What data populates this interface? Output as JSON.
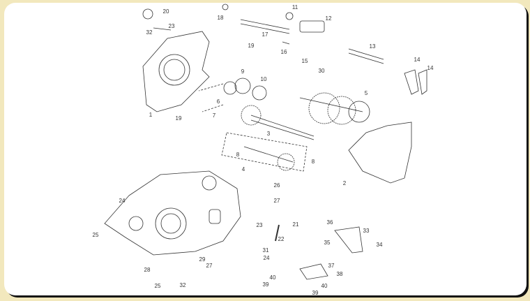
{
  "diagram": {
    "title": "Transmission / crankcase exploded view",
    "callouts": [
      "20",
      "18",
      "23",
      "32",
      "17",
      "11",
      "12",
      "19",
      "16",
      "15",
      "30",
      "13",
      "14",
      "14",
      "9",
      "10",
      "6",
      "7",
      "1",
      "19",
      "5",
      "3",
      "8",
      "8",
      "4",
      "2",
      "26",
      "24",
      "27",
      "25",
      "21",
      "23",
      "22",
      "31",
      "24",
      "29",
      "27",
      "28",
      "25",
      "32",
      "36",
      "33",
      "35",
      "34",
      "37",
      "38",
      "40",
      "39",
      "40",
      "39"
    ]
  },
  "colors": {
    "frame": "#f2e8bd",
    "panel": "#ffffff",
    "line": "#333333"
  }
}
